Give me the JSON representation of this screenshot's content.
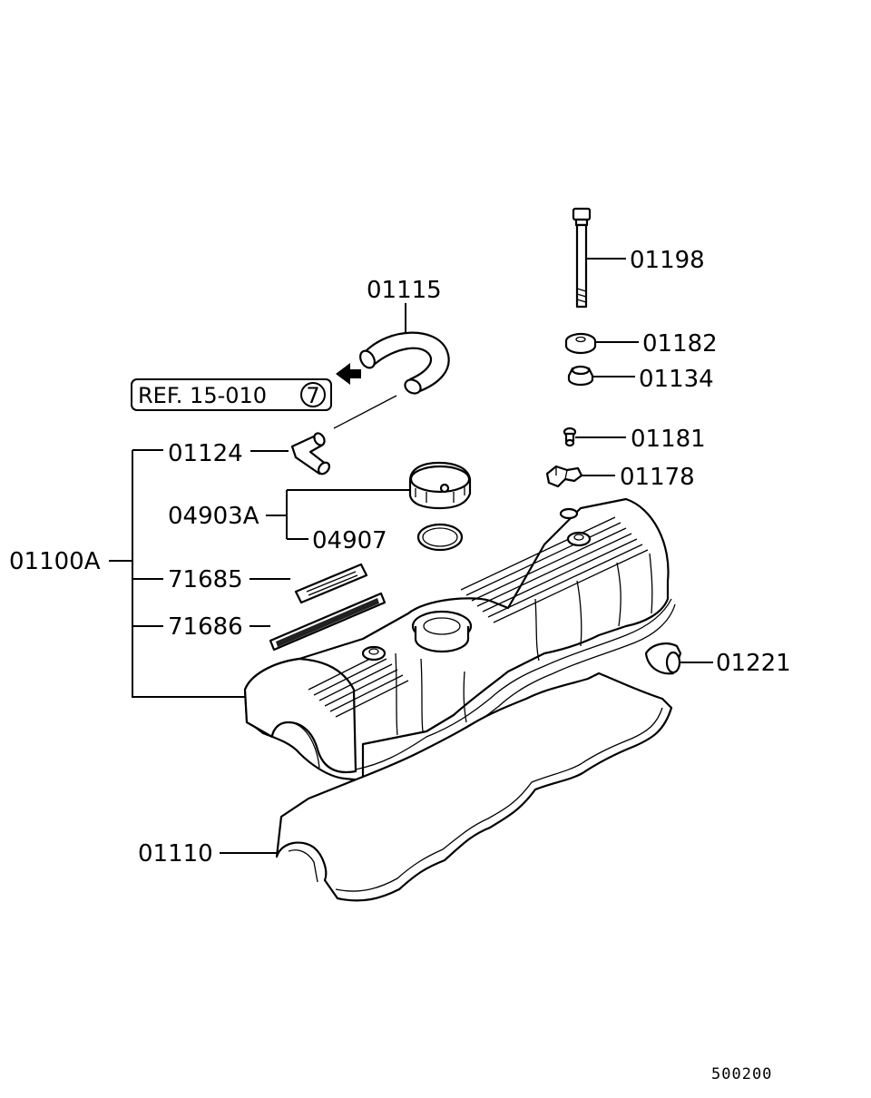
{
  "labels": {
    "p01198": "01198",
    "p01115": "01115",
    "p01182": "01182",
    "p01134": "01134",
    "p01181": "01181",
    "p01178": "01178",
    "p01124": "01124",
    "p04903a": "04903A",
    "p04907": "04907",
    "p01100a": "01100A",
    "p71685": "71685",
    "p71686": "71686",
    "p01221": "01221",
    "p01110": "01110"
  },
  "reference": {
    "text": "REF. 15-010",
    "circled": "7"
  },
  "diagram_code": "500200"
}
